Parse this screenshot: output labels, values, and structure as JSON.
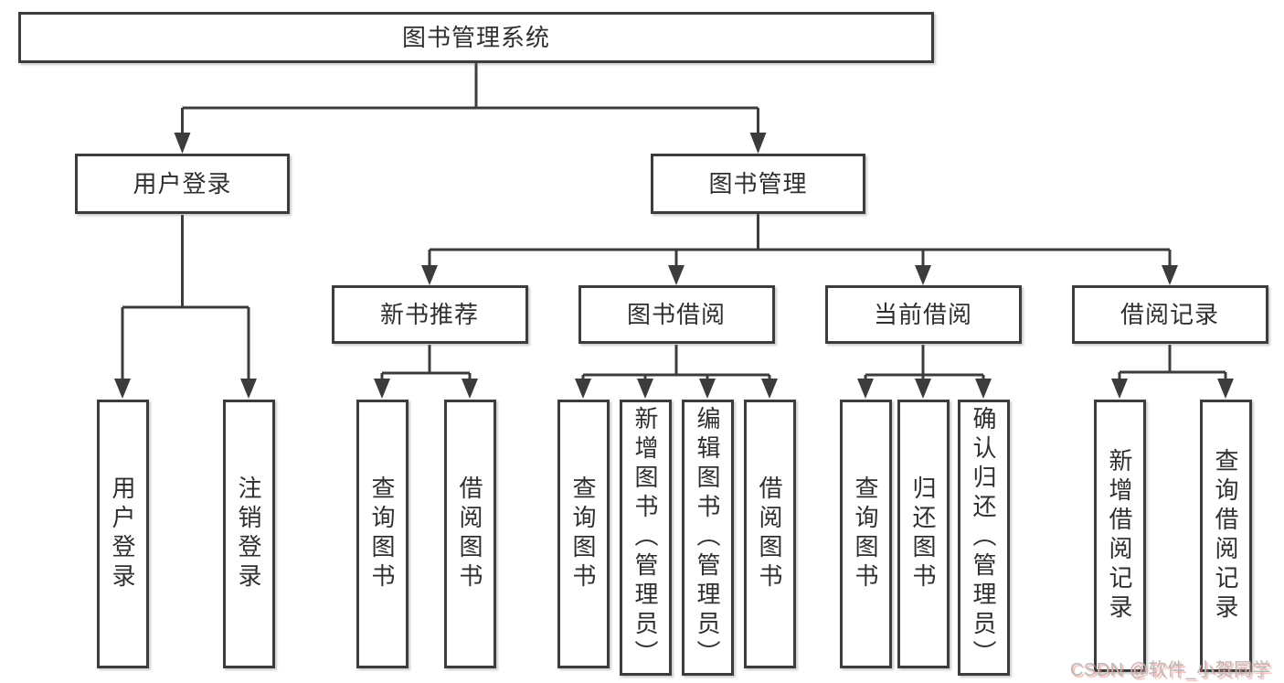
{
  "diagram": {
    "root": {
      "label": "图书管理系统"
    },
    "level2": [
      {
        "label": "用户登录"
      },
      {
        "label": "图书管理"
      }
    ],
    "level3": [
      {
        "label": "新书推荐"
      },
      {
        "label": "图书借阅"
      },
      {
        "label": "当前借阅"
      },
      {
        "label": "借阅记录"
      }
    ],
    "leaves": {
      "login": [
        {
          "label": "用户登录"
        },
        {
          "label": "注销登录"
        }
      ],
      "newbook": [
        {
          "label": "查询图书"
        },
        {
          "label": "借阅图书"
        }
      ],
      "borrow": [
        {
          "label": "查询图书"
        },
        {
          "label": "新增图书（管理员）"
        },
        {
          "label": "编辑图书（管理员）"
        },
        {
          "label": "借阅图书"
        }
      ],
      "current": [
        {
          "label": "查询图书"
        },
        {
          "label": "归还图书"
        },
        {
          "label": "确认归还（管理员）"
        }
      ],
      "records": [
        {
          "label": "新增借阅记录"
        },
        {
          "label": "查询借阅记录"
        }
      ]
    },
    "colors": {
      "line": "#3c3c3c",
      "text": "#2f2f2f",
      "box_background": "#ffffff",
      "watermark_text": "#b8b8b8",
      "watermark_shadow": "#f07d73"
    }
  },
  "watermark": {
    "text": "CSDN @软件_小贺同学"
  }
}
